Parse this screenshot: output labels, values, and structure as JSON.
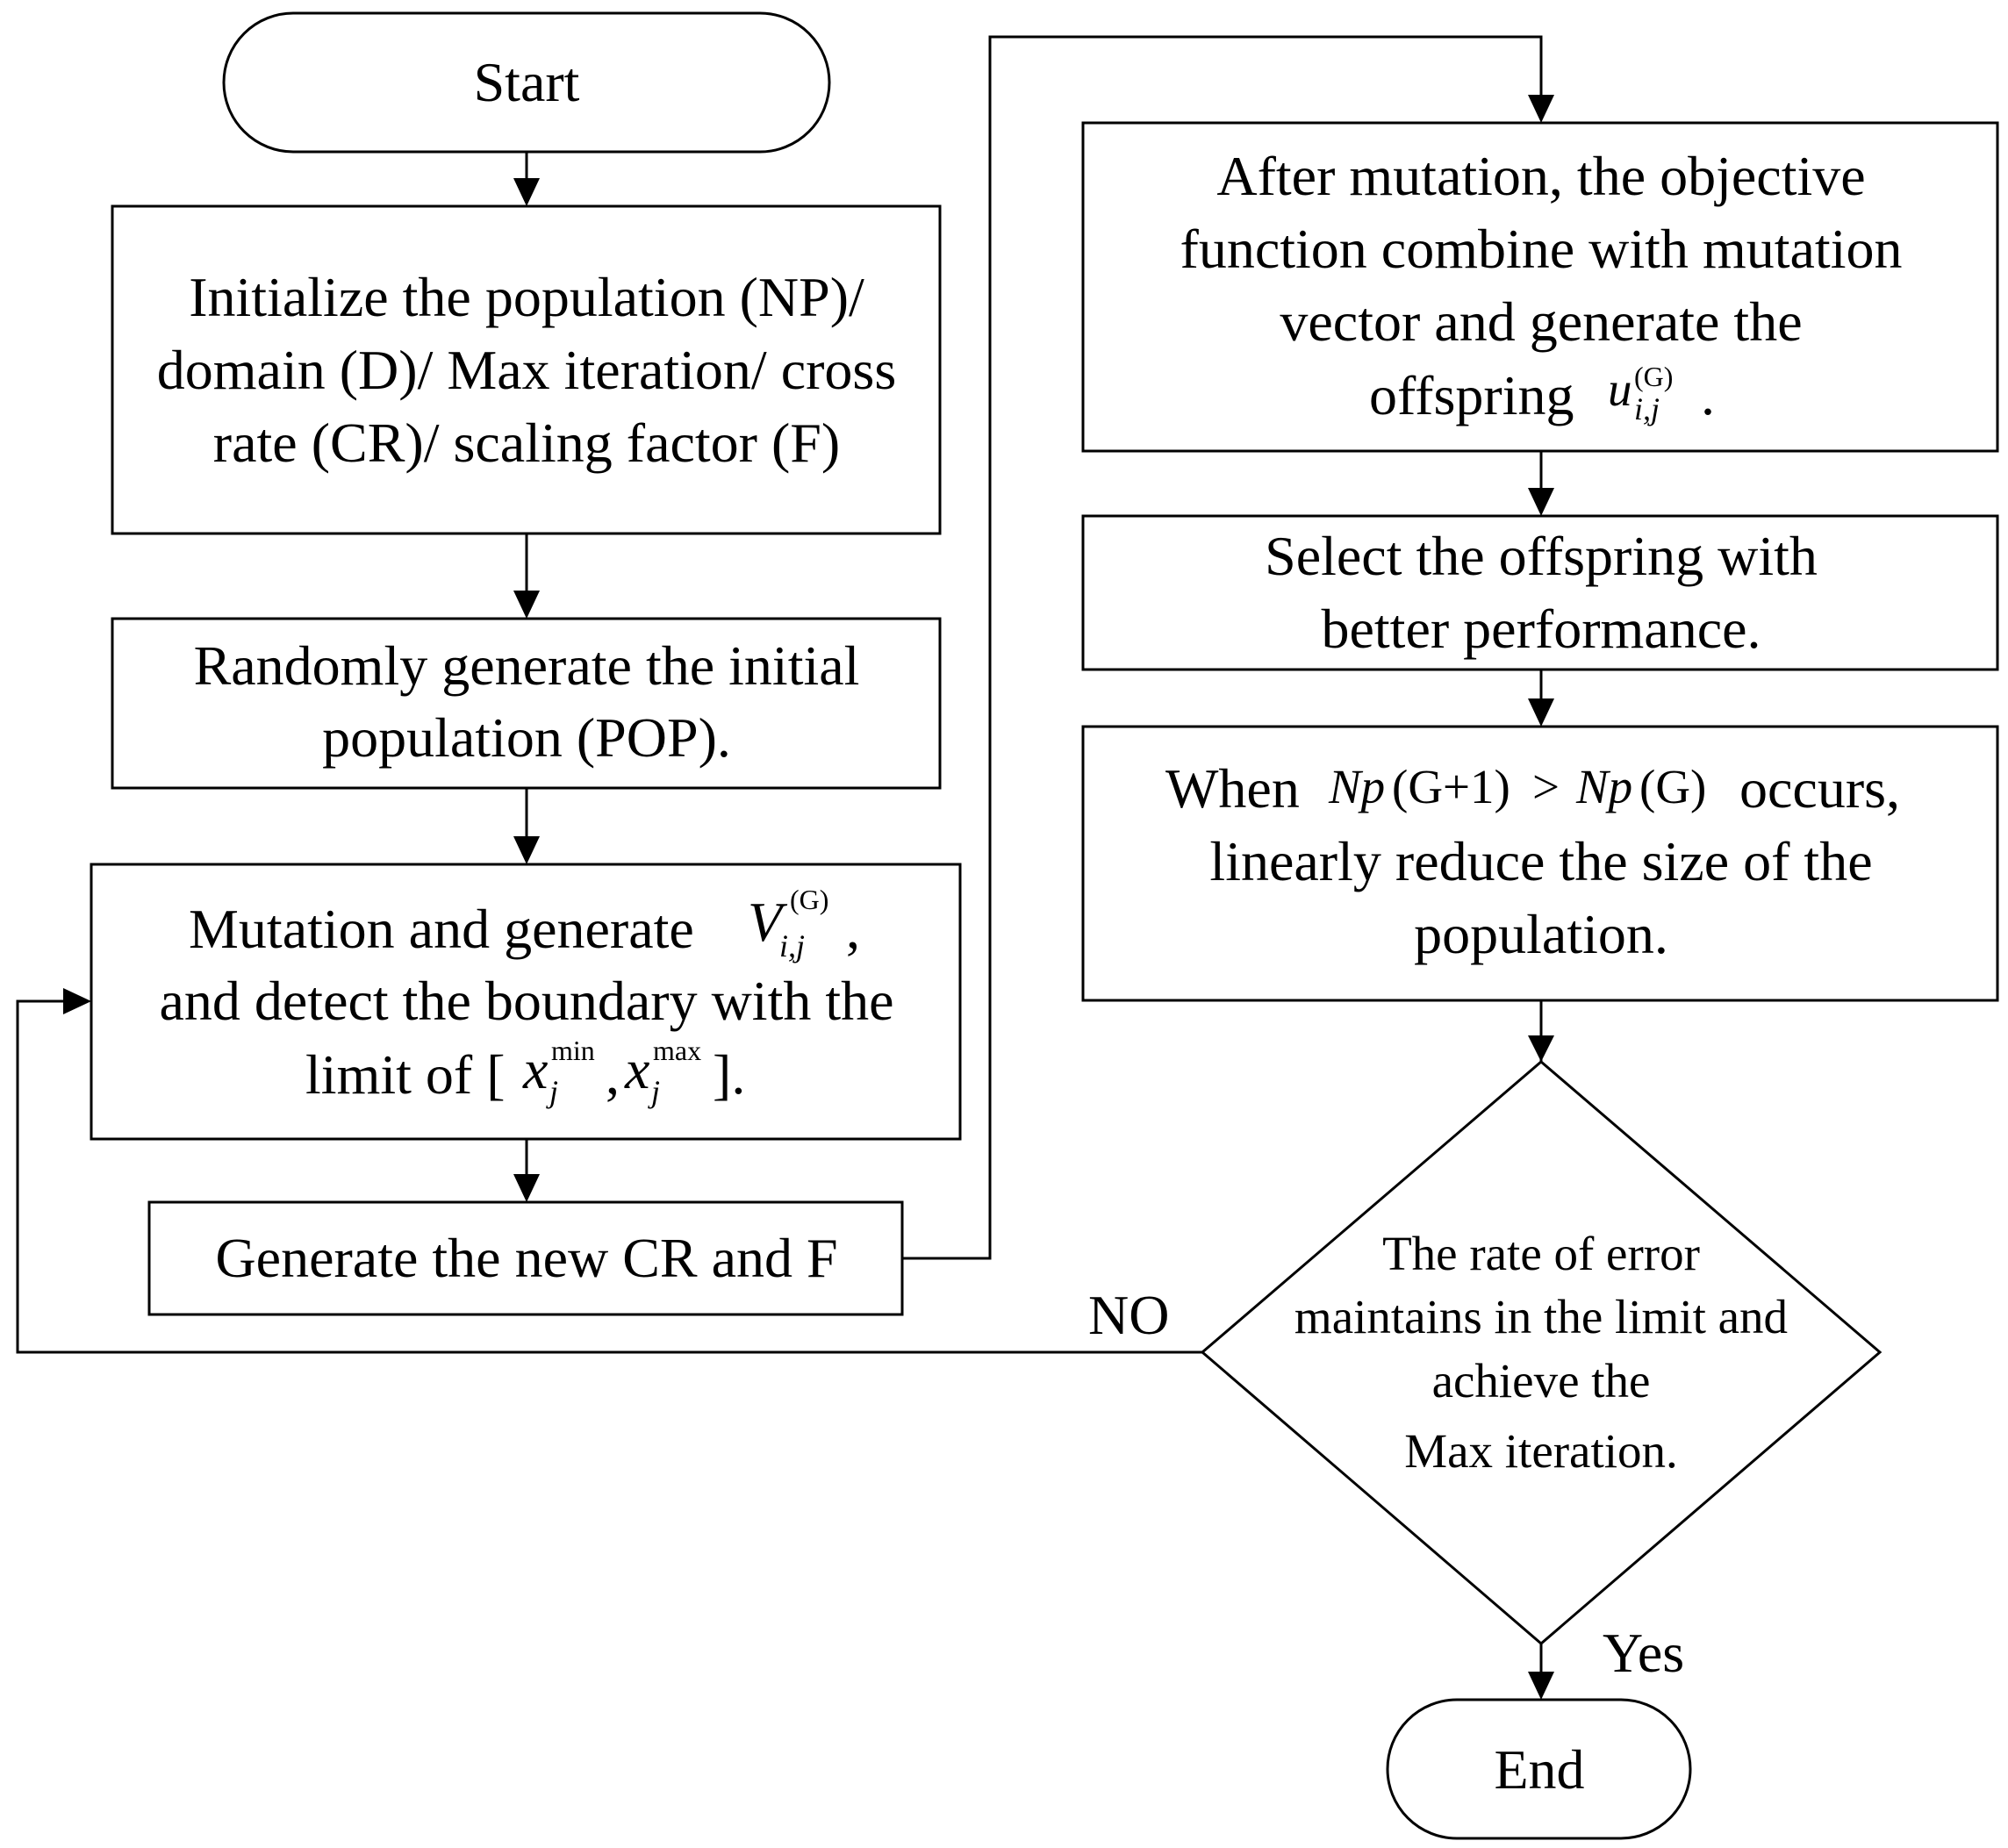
{
  "diagram": {
    "start": "Start",
    "init": [
      "Initialize the population (NP)/",
      "domain (D)/ Max iteration/ cross",
      "rate (CR)/ scaling factor (F)"
    ],
    "random": [
      "Randomly generate the initial",
      "population (POP)."
    ],
    "mutation": {
      "line1_prefix": "Mutation and generate",
      "line1_var": "V",
      "line1_sub": "i,j",
      "line1_sup": "(G)",
      "line1_suffix": ",",
      "line2": "and detect the boundary with the",
      "line3_prefix": "limit of [",
      "x_var": "x",
      "x_sub": "j",
      "min_sup": "min",
      "max_sup": "max",
      "comma": ",",
      "line3_suffix": "]."
    },
    "generate_cr": "Generate the new CR and F",
    "after_mutation": {
      "lines": [
        "After mutation, the objective",
        "function combine with mutation",
        "vector and generate the"
      ],
      "line4_prefix": "offspring",
      "u_var": "u",
      "u_sub": "i,j",
      "u_sup": "(G)",
      "line4_suffix": "."
    },
    "select": [
      "Select the offspring with",
      "better performance."
    ],
    "reduce": {
      "line1_prefix": "When",
      "np1": "Np",
      "g1": "(G+1)",
      "gt": ">",
      "np2": "Np",
      "g2": "(G)",
      "line1_suffix": "occurs,",
      "line2": "linearly reduce the size of the",
      "line3": "population."
    },
    "decision": [
      "The rate of error",
      "maintains in the limit and",
      "achieve the",
      "Max iteration."
    ],
    "no_label": "NO",
    "yes_label": "Yes",
    "end": "End"
  }
}
